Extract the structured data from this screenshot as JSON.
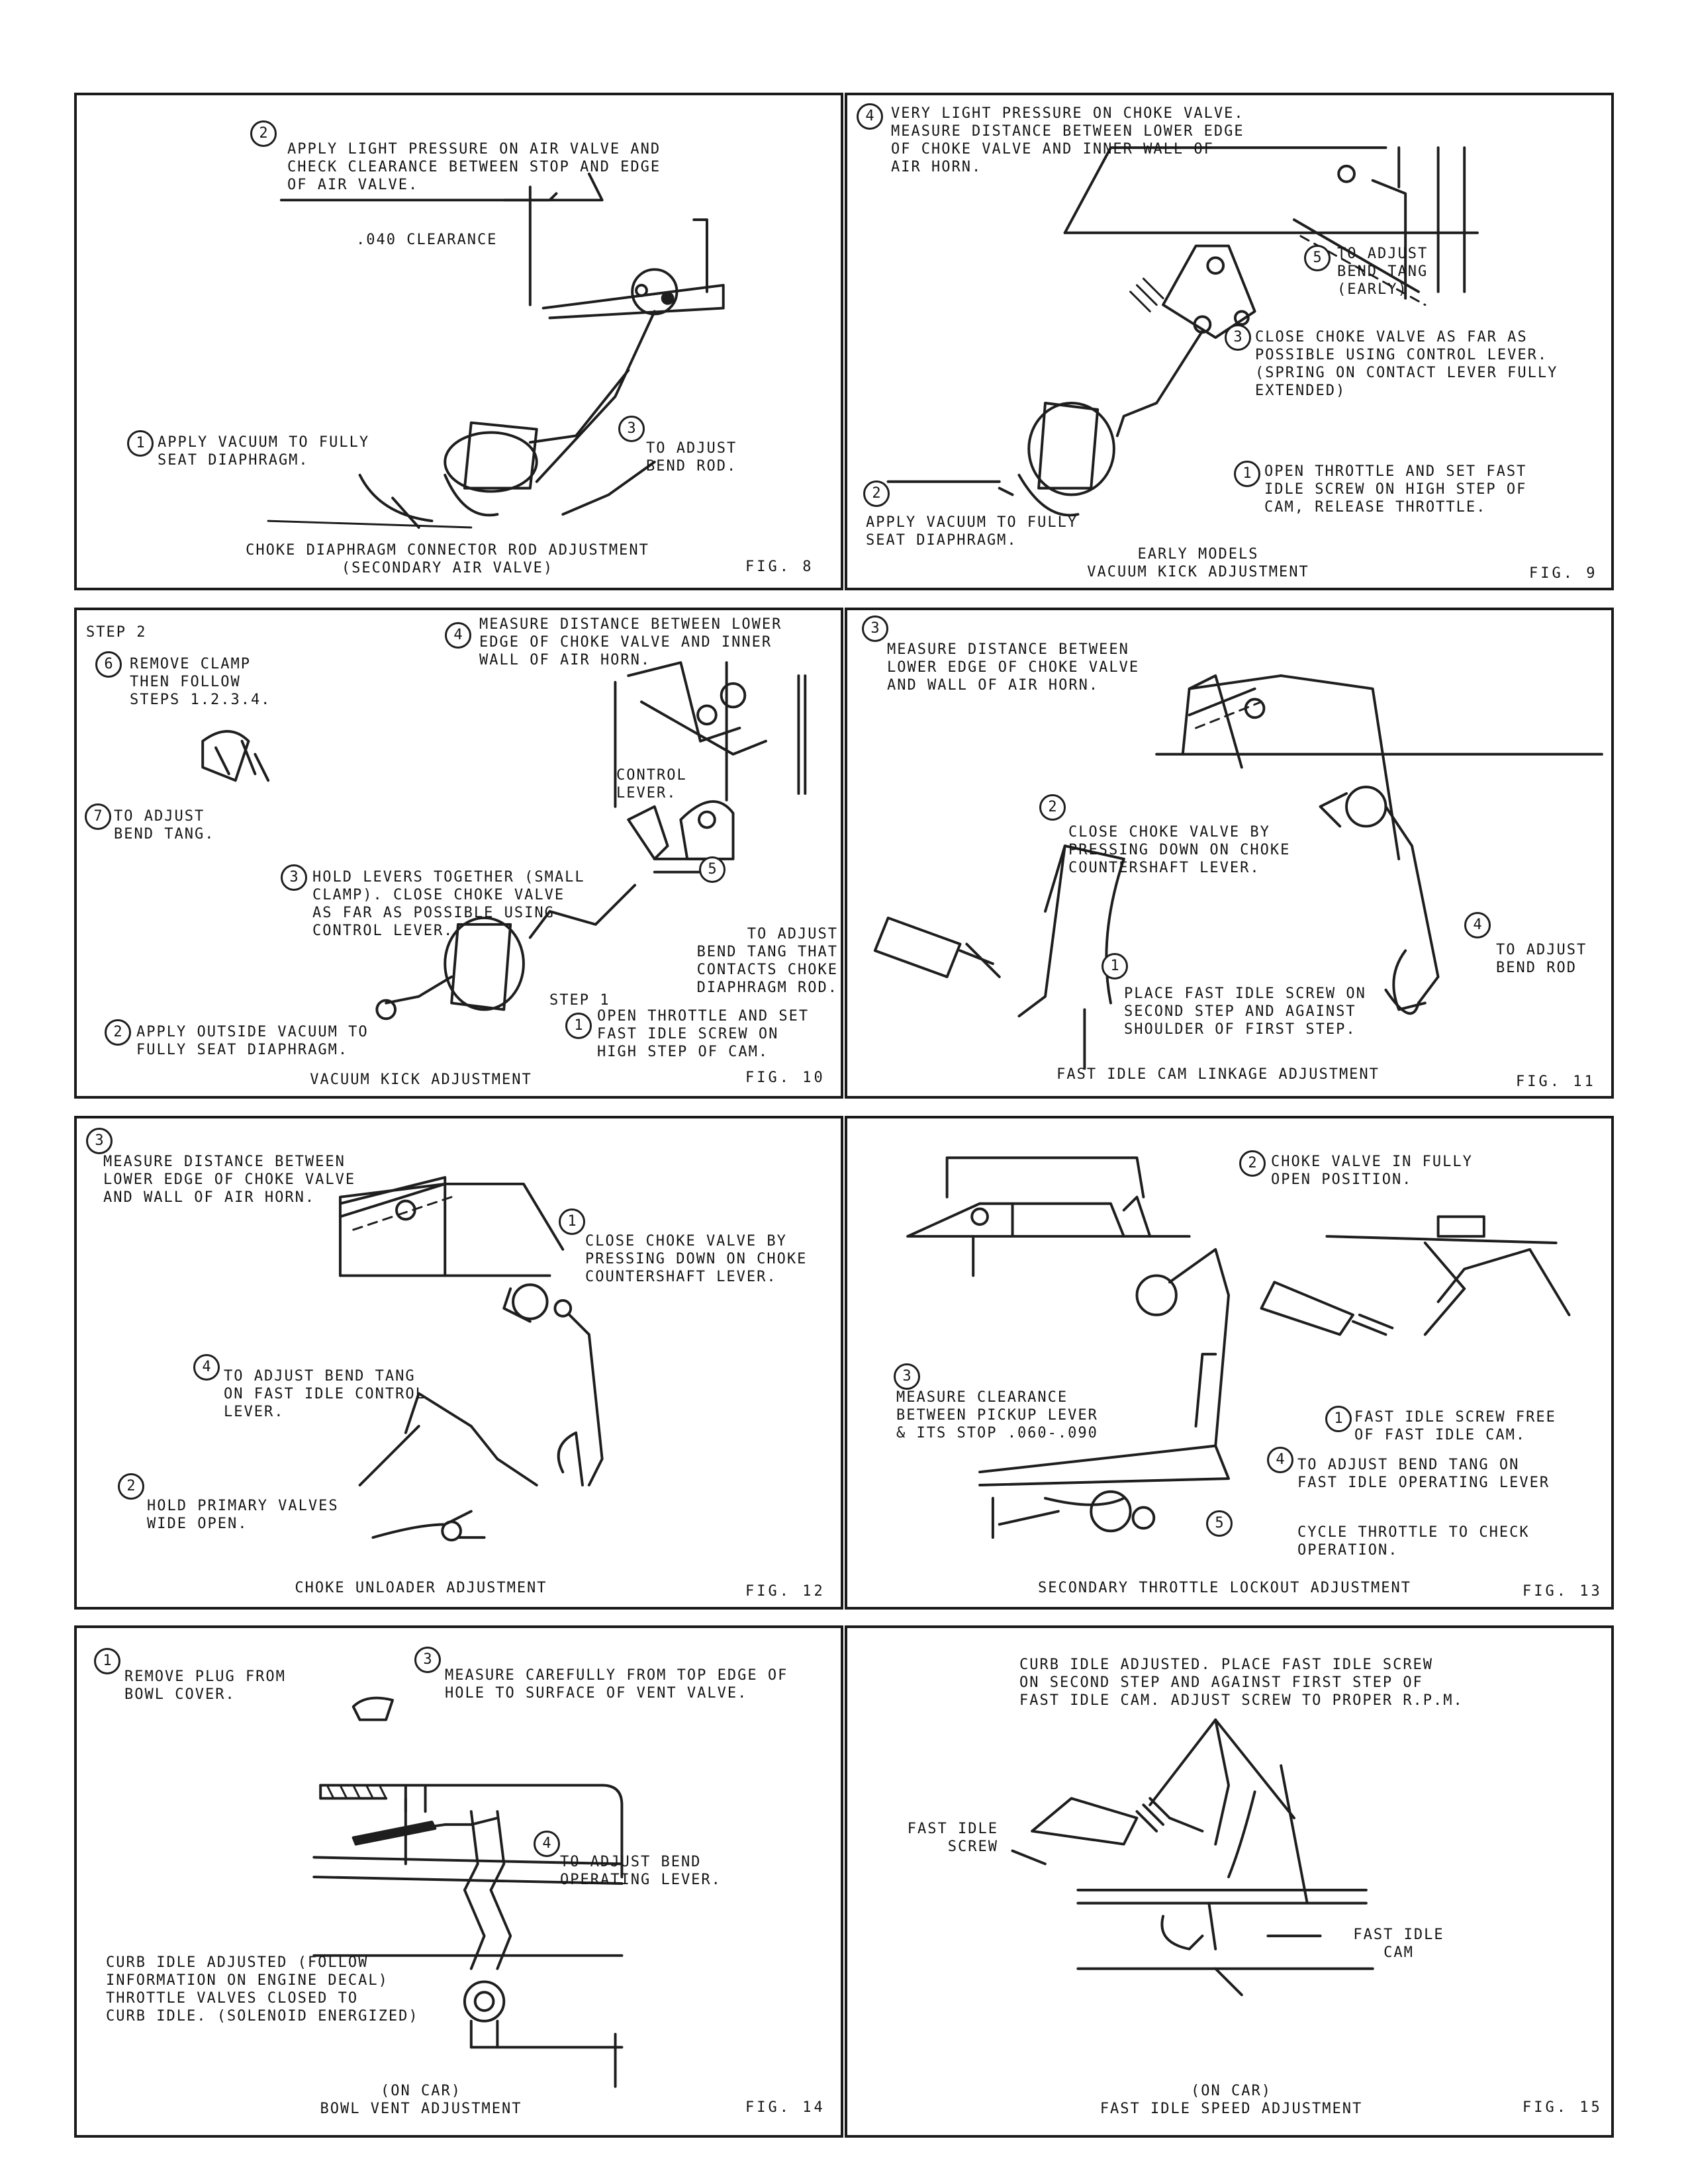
{
  "fig8": {
    "callout2": "APPLY LIGHT PRESSURE ON AIR VALVE AND\nCHECK CLEARANCE BETWEEN STOP AND EDGE\nOF AIR VALVE.",
    "clearance": ".040 CLEARANCE",
    "callout1": "APPLY VACUUM TO FULLY\nSEAT DIAPHRAGM.",
    "callout3": "TO ADJUST\nBEND ROD.",
    "caption": "CHOKE DIAPHRAGM CONNECTOR ROD ADJUSTMENT\n(SECONDARY AIR VALVE)",
    "fig": "FIG. 8"
  },
  "fig9": {
    "callout4": "VERY LIGHT PRESSURE ON CHOKE VALVE.\nMEASURE DISTANCE BETWEEN LOWER EDGE\nOF CHOKE VALVE AND INNER WALL OF\nAIR HORN.",
    "callout5": "TO ADJUST\nBEND TANG\n(EARLY)",
    "callout3": "CLOSE CHOKE VALVE AS FAR AS\nPOSSIBLE USING CONTROL LEVER.\n(SPRING ON CONTACT LEVER FULLY\nEXTENDED)",
    "callout1": "OPEN THROTTLE AND SET FAST\nIDLE SCREW ON HIGH STEP OF\nCAM, RELEASE THROTTLE.",
    "callout2": "APPLY VACUUM TO FULLY\nSEAT DIAPHRAGM.",
    "caption": "EARLY MODELS\nVACUUM KICK ADJUSTMENT",
    "fig": "FIG. 9"
  },
  "fig10": {
    "step2": "STEP 2",
    "callout6": "REMOVE CLAMP\nTHEN FOLLOW\nSTEPS 1.2.3.4.",
    "callout4": "MEASURE DISTANCE BETWEEN LOWER\nEDGE OF CHOKE VALVE AND INNER\nWALL OF AIR HORN.",
    "control_lever": "CONTROL\nLEVER.",
    "callout7": "TO ADJUST\nBEND TANG.",
    "callout3": "HOLD LEVERS TOGETHER (SMALL\nCLAMP). CLOSE CHOKE VALVE\nAS FAR AS POSSIBLE USING\nCONTROL LEVER.",
    "callout5": "TO ADJUST\nBEND TANG THAT\nCONTACTS CHOKE\nDIAPHRAGM ROD.",
    "step1": "STEP 1",
    "callout1": "OPEN THROTTLE AND SET\nFAST IDLE SCREW ON\nHIGH STEP OF CAM.",
    "callout2": "APPLY OUTSIDE VACUUM TO\nFULLY SEAT DIAPHRAGM.",
    "caption": "VACUUM KICK ADJUSTMENT",
    "fig": "FIG. 10"
  },
  "fig11": {
    "callout3": "MEASURE DISTANCE BETWEEN\nLOWER EDGE OF CHOKE VALVE\nAND WALL OF AIR HORN.",
    "callout2": "CLOSE CHOKE VALVE BY\nPRESSING DOWN ON CHOKE\nCOUNTERSHAFT LEVER.",
    "callout4": "TO ADJUST\nBEND ROD",
    "callout1": "PLACE FAST IDLE SCREW ON\nSECOND STEP AND AGAINST\nSHOULDER OF FIRST STEP.",
    "caption": "FAST IDLE CAM LINKAGE ADJUSTMENT",
    "fig": "FIG. 11"
  },
  "fig12": {
    "callout3": "MEASURE DISTANCE BETWEEN\nLOWER EDGE OF CHOKE VALVE\nAND WALL OF AIR HORN.",
    "callout1": "CLOSE CHOKE VALVE BY\nPRESSING DOWN ON CHOKE\nCOUNTERSHAFT LEVER.",
    "callout4": "TO ADJUST BEND TANG\nON FAST IDLE CONTROL\nLEVER.",
    "callout2": "HOLD PRIMARY VALVES\nWIDE OPEN.",
    "caption": "CHOKE UNLOADER ADJUSTMENT",
    "fig": "FIG. 12"
  },
  "fig13": {
    "callout2": "CHOKE VALVE IN FULLY\nOPEN POSITION.",
    "callout3": "MEASURE CLEARANCE\nBETWEEN PICKUP LEVER\n& ITS STOP .060-.090",
    "callout1": "FAST IDLE SCREW FREE\nOF FAST IDLE CAM.",
    "callout4": "TO ADJUST BEND TANG ON\nFAST IDLE OPERATING LEVER",
    "callout5": "CYCLE THROTTLE TO CHECK OPERATION.",
    "caption": "SECONDARY THROTTLE LOCKOUT ADJUSTMENT",
    "fig": "FIG. 13"
  },
  "fig14": {
    "callout1": "REMOVE PLUG FROM\nBOWL COVER.",
    "callout3": "MEASURE CAREFULLY FROM TOP EDGE OF\nHOLE TO SURFACE OF VENT VALVE.",
    "callout4": "TO ADJUST BEND\nOPERATING LEVER.",
    "note": "CURB IDLE ADJUSTED (FOLLOW\nINFORMATION ON ENGINE DECAL)\nTHROTTLE VALVES CLOSED TO\nCURB IDLE. (SOLENOID ENERGIZED)",
    "caption": "(ON CAR)\nBOWL VENT ADJUSTMENT",
    "fig": "FIG. 14"
  },
  "fig15": {
    "note": "CURB IDLE ADJUSTED. PLACE FAST IDLE SCREW\nON SECOND STEP AND AGAINST FIRST STEP OF\nFAST IDLE CAM. ADJUST SCREW TO PROPER R.P.M.",
    "screw_label": "FAST IDLE\nSCREW",
    "cam_label": "FAST IDLE\nCAM",
    "caption": "(ON CAR)\nFAST IDLE SPEED ADJUSTMENT",
    "fig": "FIG. 15"
  }
}
